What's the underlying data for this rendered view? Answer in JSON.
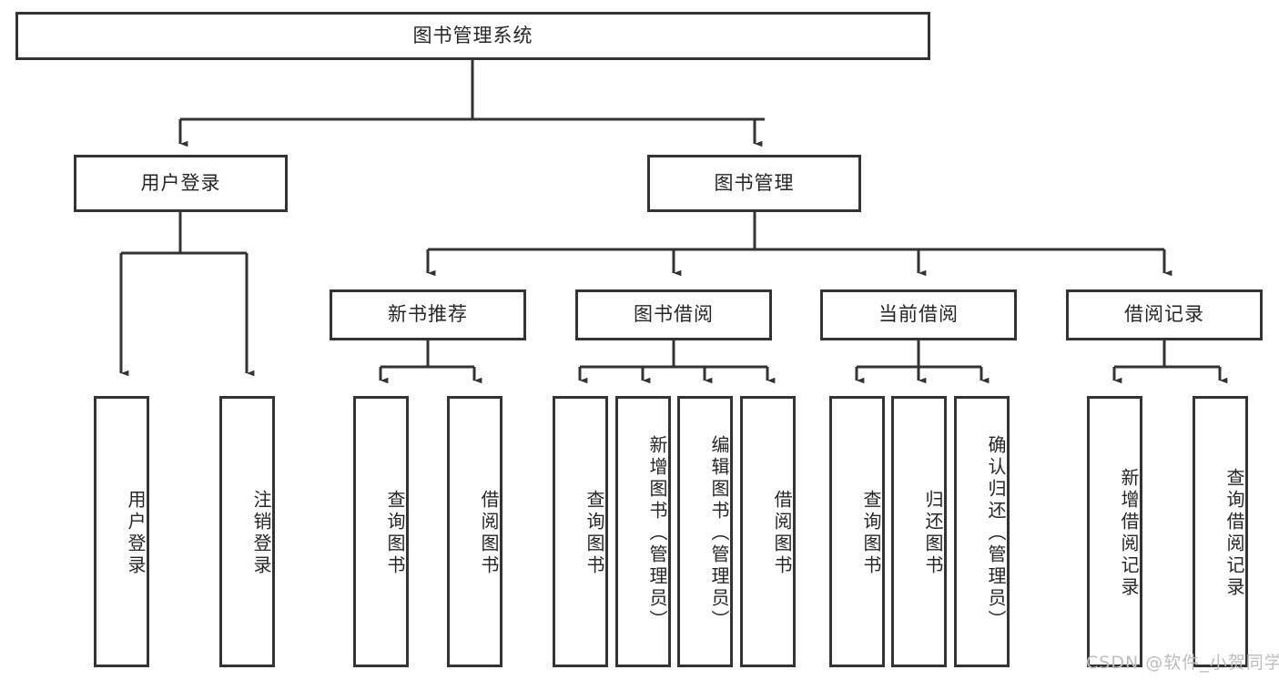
{
  "diagram": {
    "type": "tree",
    "title": "图书管理系统",
    "orientation": "top-down",
    "colors": {
      "box_border": "#333333",
      "box_fill": "#ffffff",
      "edge": "#333333",
      "text": "#262626",
      "watermark": "#bdbdbd",
      "background": "#ffffff"
    },
    "nodes": {
      "root": {
        "label": "图书管理系统",
        "level": 1
      },
      "login": {
        "label": "用户登录",
        "level": 2
      },
      "book_manage": {
        "label": "图书管理",
        "level": 2
      },
      "new_book_rec": {
        "label": "新书推荐",
        "level": 3
      },
      "book_borrow": {
        "label": "图书借阅",
        "level": 3
      },
      "current_borrow": {
        "label": "当前借阅",
        "level": 3
      },
      "borrow_record": {
        "label": "借阅记录",
        "level": 3
      },
      "leaf_user_login": {
        "label": "用户登录",
        "level": 3
      },
      "leaf_logout": {
        "label": "注销登录",
        "level": 3
      },
      "leaf_query_book_1": {
        "label": "查询图书",
        "level": 4
      },
      "leaf_borrow_book_1": {
        "label": "借阅图书",
        "level": 4
      },
      "leaf_query_book_2": {
        "label": "查询图书",
        "level": 4
      },
      "leaf_add_book": {
        "label": "新增图书（管理员）",
        "level": 4
      },
      "leaf_edit_book": {
        "label": "编辑图书（管理员）",
        "level": 4
      },
      "leaf_borrow_book_2": {
        "label": "借阅图书",
        "level": 4
      },
      "leaf_query_book_3": {
        "label": "查询图书",
        "level": 4
      },
      "leaf_return_book": {
        "label": "归还图书",
        "level": 4
      },
      "leaf_confirm_return": {
        "label": "确认归还（管理员）",
        "level": 4
      },
      "leaf_add_record": {
        "label": "新增借阅记录",
        "level": 4
      },
      "leaf_query_record": {
        "label": "查询借阅记录",
        "level": 4
      }
    },
    "edges": [
      {
        "from": "root",
        "to": "login"
      },
      {
        "from": "root",
        "to": "book_manage"
      },
      {
        "from": "login",
        "to": "leaf_user_login"
      },
      {
        "from": "login",
        "to": "leaf_logout"
      },
      {
        "from": "book_manage",
        "to": "new_book_rec"
      },
      {
        "from": "book_manage",
        "to": "book_borrow"
      },
      {
        "from": "book_manage",
        "to": "current_borrow"
      },
      {
        "from": "book_manage",
        "to": "borrow_record"
      },
      {
        "from": "new_book_rec",
        "to": "leaf_query_book_1"
      },
      {
        "from": "new_book_rec",
        "to": "leaf_borrow_book_1"
      },
      {
        "from": "book_borrow",
        "to": "leaf_query_book_2"
      },
      {
        "from": "book_borrow",
        "to": "leaf_add_book"
      },
      {
        "from": "book_borrow",
        "to": "leaf_edit_book"
      },
      {
        "from": "book_borrow",
        "to": "leaf_borrow_book_2"
      },
      {
        "from": "current_borrow",
        "to": "leaf_query_book_3"
      },
      {
        "from": "current_borrow",
        "to": "leaf_return_book"
      },
      {
        "from": "current_borrow",
        "to": "leaf_confirm_return"
      },
      {
        "from": "borrow_record",
        "to": "leaf_add_record"
      },
      {
        "from": "borrow_record",
        "to": "leaf_query_record"
      }
    ]
  },
  "watermark": {
    "text": "CSDN @软件_小贺同学"
  }
}
